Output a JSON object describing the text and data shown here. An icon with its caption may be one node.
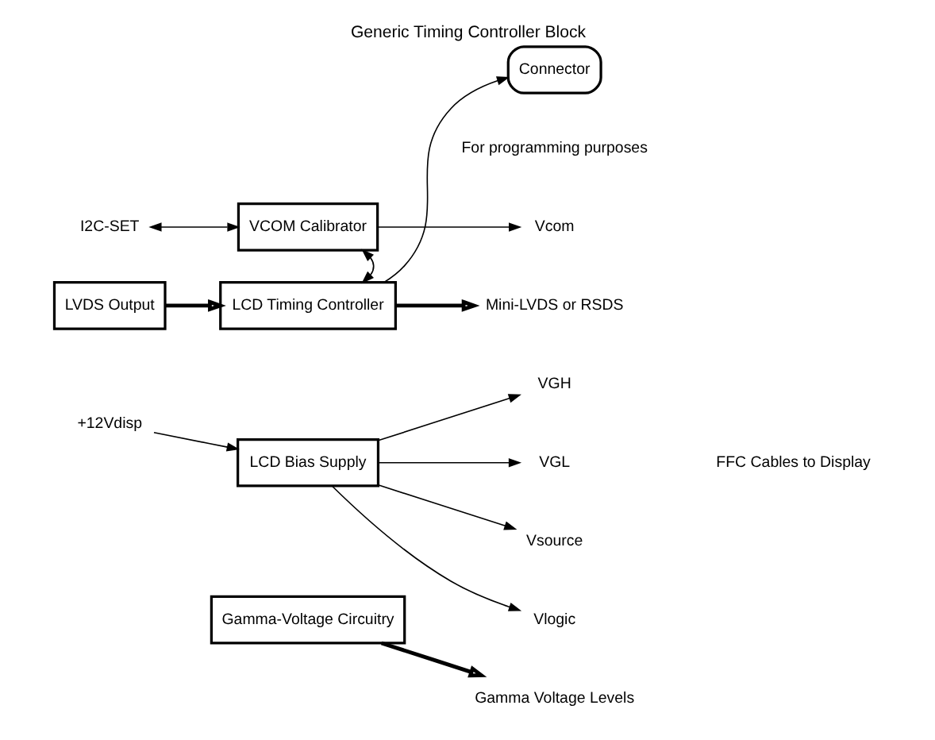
{
  "diagram": {
    "title": "Generic Timing Controller Block",
    "nodes": [
      {
        "text": [
          "Connector"
        ],
        "beside": [
          "For programming purposes"
        ]
      },
      {
        "text": [
          "VCOM Calibrator"
        ]
      },
      {
        "text": [
          "I2C-SET"
        ]
      },
      {
        "text": [
          "Vcom"
        ]
      },
      {
        "text": [
          "LVDS Output"
        ]
      },
      {
        "text": [
          "LCD Timing Controller"
        ]
      },
      {
        "text": [
          "Mini-LVDS or RSDS"
        ]
      },
      {
        "text": [
          "+12Vdisp"
        ]
      },
      {
        "text": [
          "LCD Bias Supply"
        ]
      },
      {
        "text": [
          "VGH"
        ]
      },
      {
        "text": [
          "VGL"
        ]
      },
      {
        "text": [
          "Vsource"
        ]
      },
      {
        "text": [
          "Vlogic"
        ]
      },
      {
        "text": [
          "Gamma-Voltage Circuitry"
        ]
      },
      {
        "text": [
          "Gamma Voltage Levels"
        ]
      }
    ],
    "edges": [
      {
        "from": 2,
        "to": 1,
        "arrow": "both"
      },
      {
        "from": 1,
        "to": 3,
        "arrow": "to"
      },
      {
        "from": 1,
        "to": 5,
        "arrow": "both"
      },
      {
        "from": 5,
        "to": 0,
        "arrow": "to"
      },
      {
        "from": 4,
        "to": 5,
        "arrow": "to",
        "style": "thick"
      },
      {
        "from": 5,
        "to": 6,
        "arrow": "to",
        "style": "thick"
      },
      {
        "from": 7,
        "to": 8,
        "arrow": "to"
      },
      {
        "from": 8,
        "to": 9,
        "arrow": "to"
      },
      {
        "from": 8,
        "to": 10,
        "arrow": "to"
      },
      {
        "from": 8,
        "to": 11,
        "arrow": "to"
      },
      {
        "from": 8,
        "to": 12,
        "arrow": "to"
      },
      {
        "from": 13,
        "to": 14,
        "arrow": "to",
        "style": "thick"
      }
    ],
    "labels": [
      "FFC Cables to Display"
    ]
  }
}
